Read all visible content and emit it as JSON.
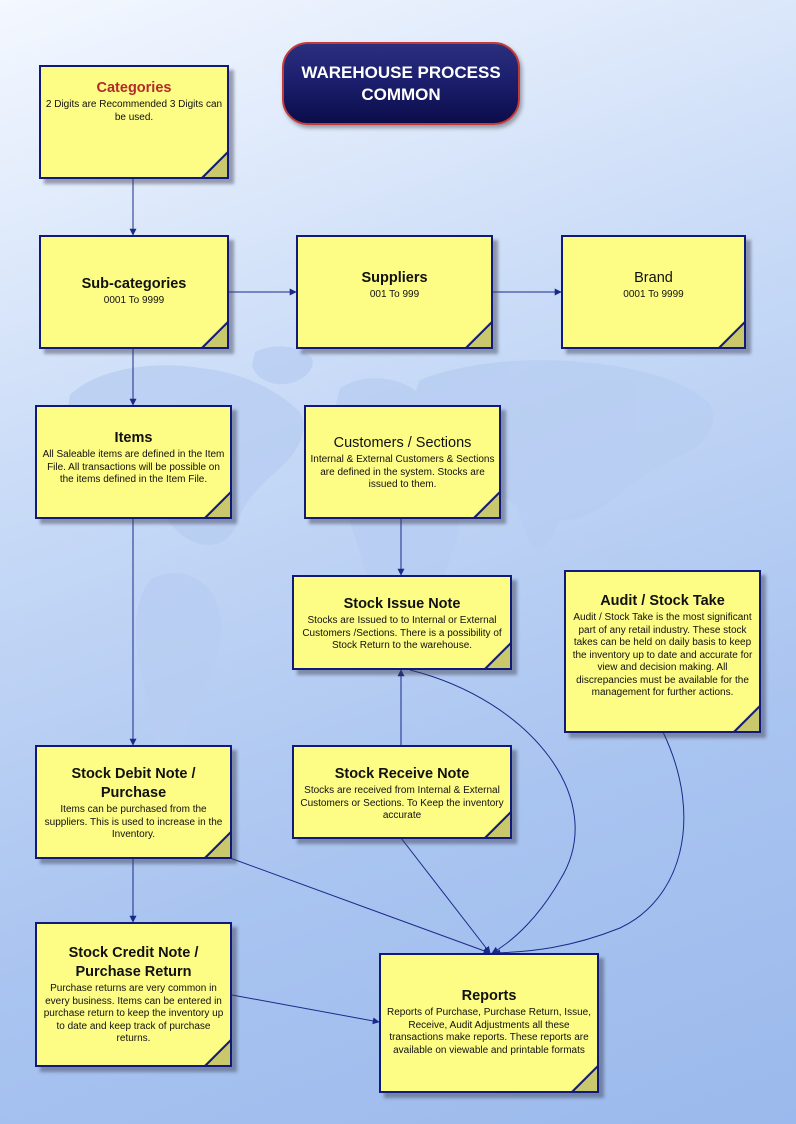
{
  "title": {
    "line1": "WAREHOUSE PROCESS",
    "line2": "COMMON"
  },
  "nodes": {
    "categories": {
      "title": "Categories",
      "desc": "2 Digits are Recommended 3 Digits can be used."
    },
    "subcategories": {
      "title": "Sub-categories",
      "desc": "0001 To 9999"
    },
    "suppliers": {
      "title": "Suppliers",
      "desc": "001 To 999"
    },
    "brand": {
      "title": "Brand",
      "desc": "0001 To 9999"
    },
    "items": {
      "title": "Items",
      "desc": "All Saleable items are defined in the Item File. All transactions will be possible on the items defined in the Item File."
    },
    "customers": {
      "title": "Customers / Sections",
      "desc": "Internal & External Customers & Sections are defined in the system. Stocks are issued to them."
    },
    "stock_issue": {
      "title": "Stock Issue Note",
      "desc": "Stocks are Issued to to Internal or External Customers /Sections. There is a possibility of Stock Return to the warehouse."
    },
    "audit": {
      "title": "Audit / Stock Take",
      "desc": "Audit / Stock Take is the most significant part of any retail industry. These stock takes can be held on daily basis to keep the inventory up to date and accurate for view and decision making. All discrepancies must be available for the management for further actions."
    },
    "stock_debit": {
      "title": "Stock Debit Note / Purchase",
      "desc": "Items can be purchased from the suppliers. This is used to increase in the Inventory."
    },
    "stock_receive": {
      "title": "Stock Receive Note",
      "desc": "Stocks are received from Internal & External Customers or Sections. To Keep the inventory accurate"
    },
    "stock_credit": {
      "title": "Stock Credit Note / Purchase Return",
      "desc": "Purchase returns are very common in every business. Items can be entered in purchase return to keep the inventory up to date and keep track of purchase returns."
    },
    "reports": {
      "title": "Reports",
      "desc": "Reports of Purchase, Purchase Return, Issue, Receive, Audit Adjustments all these transactions make reports. These reports are available on viewable and printable formats"
    }
  },
  "colors": {
    "note_fill": "#fdfc85",
    "note_border": "#101a7a",
    "connector": "#1a2a8a",
    "title_fill": "#1c1f6e",
    "title_border": "#c43a3a",
    "categories_title": "#b42a2a"
  }
}
